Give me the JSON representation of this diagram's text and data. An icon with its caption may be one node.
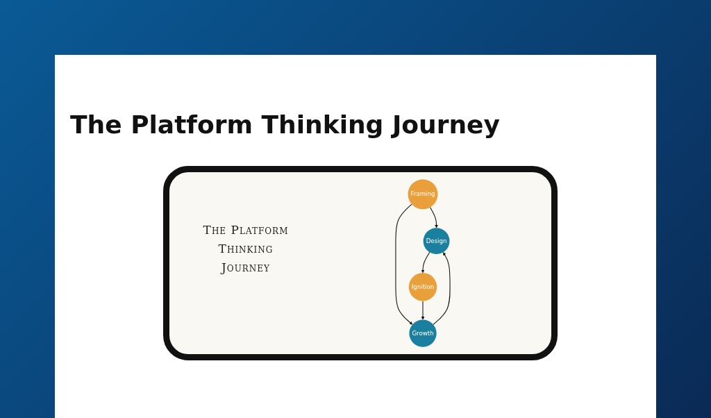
{
  "diagram": {
    "title": "The Platform Thinking Journey",
    "nodes": [
      {
        "text": [
          "Framing"
        ]
      },
      {
        "text": [
          "Design"
        ]
      },
      {
        "text": [
          "Ignition"
        ]
      },
      {
        "text": [
          "Growth"
        ]
      }
    ],
    "edges": [
      {
        "from": 0,
        "to": 1,
        "arrow": "to"
      },
      {
        "from": 0,
        "to": 3,
        "arrow": "to"
      },
      {
        "from": 1,
        "to": 2,
        "arrow": "to"
      },
      {
        "from": 2,
        "to": 3,
        "arrow": "to"
      },
      {
        "from": 3,
        "to": 1,
        "arrow": "to"
      }
    ],
    "labels": [
      "The Platform Thinking Journey"
    ]
  }
}
